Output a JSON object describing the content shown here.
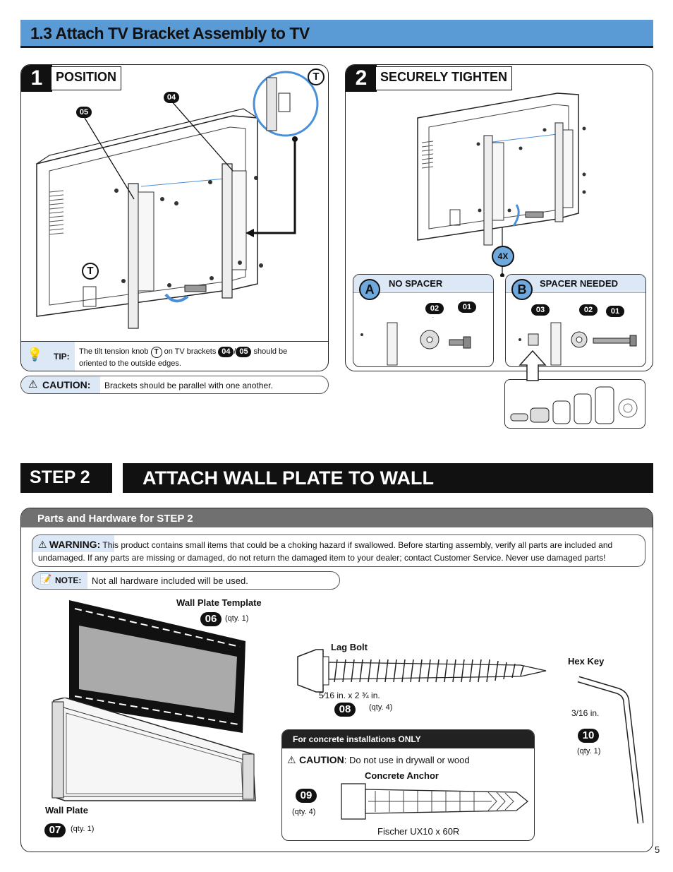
{
  "section": {
    "title": "1.3 Attach TV Bracket Assembly to TV"
  },
  "panel1": {
    "number": "1",
    "label": "POSITION",
    "callouts": {
      "t_marker": "T",
      "part_04": "04",
      "part_05": "05"
    },
    "tip": {
      "label": "TIP:",
      "text_a": "The tilt tension knob",
      "t_knob": "T",
      "text_b": "on TV brackets",
      "part_a": "04",
      "slash": "/",
      "part_b": "05",
      "text_c": "should be",
      "text_d": "oriented to the outside edges."
    }
  },
  "caution1": {
    "label": "CAUTION:",
    "text": "Brackets should be parallel with one another."
  },
  "panel2": {
    "number": "2",
    "label": "SECURELY TIGHTEN",
    "count": "4X",
    "option_a": {
      "letter": "A",
      "title": "NO SPACER",
      "parts": [
        "02",
        "01"
      ]
    },
    "option_b": {
      "letter": "B",
      "title": "SPACER NEEDED",
      "parts": [
        "03",
        "02",
        "01"
      ]
    }
  },
  "step2": {
    "step_label": "STEP 2",
    "title": "ATTACH WALL PLATE TO WALL"
  },
  "parts_panel": {
    "header": "Parts and Hardware for STEP 2",
    "warning": {
      "label": "WARNING:",
      "text_a": "This product contains small items that could be a choking hazard if swallowed.",
      "text_b": "Before starting assembly, verify all parts are included",
      "text_c": "and undamaged. If any parts are missing or damaged, do not return the damaged item to your dealer; contact Customer Service. Never use damaged parts!"
    },
    "note": {
      "label": "NOTE:",
      "text": "Not all hardware included will be used."
    },
    "wall_plate_template": {
      "name": "Wall Plate Template",
      "part": "06",
      "qty": "(qty. 1)"
    },
    "wall_plate": {
      "name": "Wall Plate",
      "part": "07",
      "qty": "(qty. 1)"
    },
    "lag_bolt": {
      "name": "Lag Bolt",
      "size": "5⁄16 in. x 2 ¾ in.",
      "part": "08",
      "qty": "(qty. 4)"
    },
    "hex_key": {
      "name": "Hex Key",
      "size": "3/16 in.",
      "part": "10",
      "qty": "(qty. 1)"
    },
    "concrete": {
      "header": "For concrete installations ONLY",
      "caution_label": "CAUTION",
      "caution_text": ": Do not use in drywall or wood",
      "name": "Concrete Anchor",
      "part": "09",
      "qty": "(qty. 4)",
      "model": "Fischer UX10 x 60R"
    }
  },
  "page_number": "5",
  "colors": {
    "accent_blue": "#5b9bd5",
    "option_blue": "#dce8f6",
    "dark": "#111111",
    "guide_line": "#4a90d9"
  }
}
